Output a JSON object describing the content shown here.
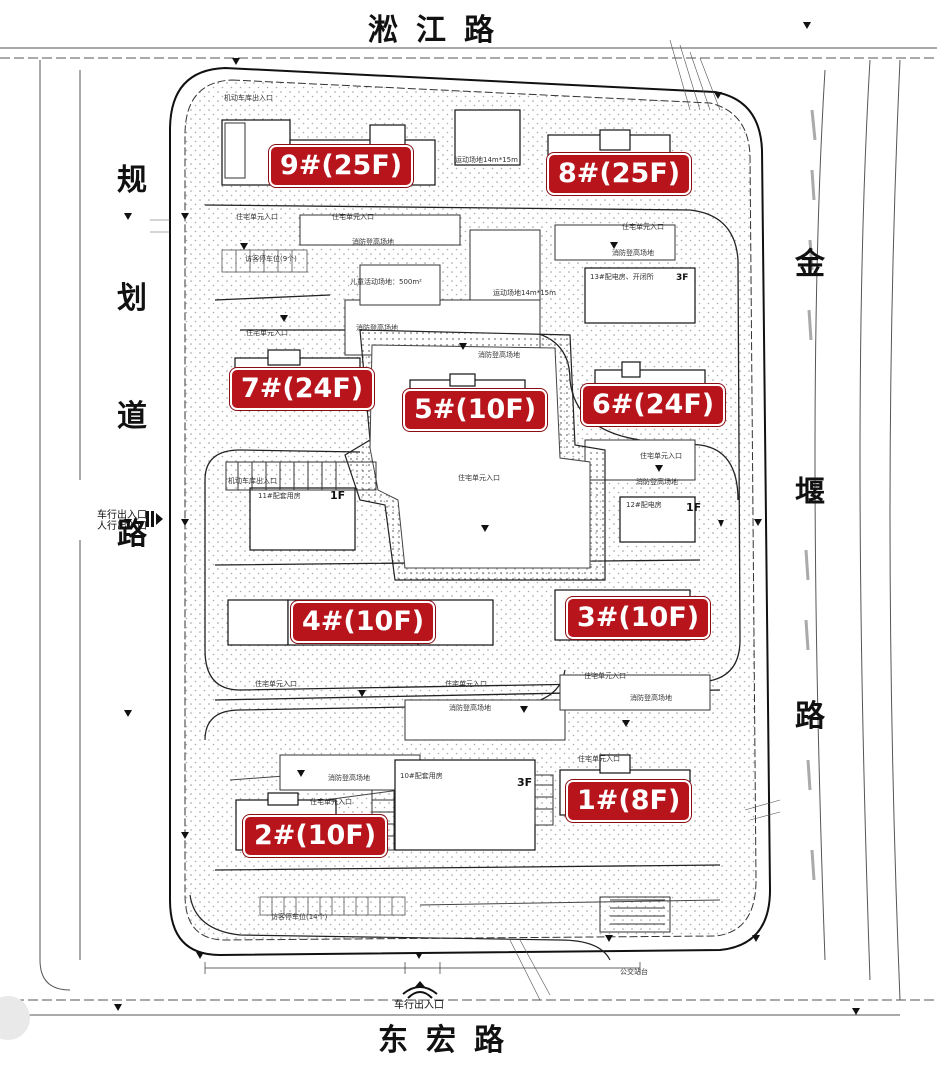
{
  "roads": {
    "north": "淞江路",
    "south": "东宏路",
    "west": [
      "规",
      "划",
      "道",
      "路"
    ],
    "east": [
      "金",
      "堰",
      "路"
    ]
  },
  "buildings": [
    {
      "id": "9",
      "label": "9#(25F)"
    },
    {
      "id": "8",
      "label": "8#(25F)"
    },
    {
      "id": "7",
      "label": "7#(24F)"
    },
    {
      "id": "5",
      "label": "5#(10F)"
    },
    {
      "id": "6",
      "label": "6#(24F)"
    },
    {
      "id": "4",
      "label": "4#(10F)"
    },
    {
      "id": "3",
      "label": "3#(10F)"
    },
    {
      "id": "1",
      "label": "1#(8F)"
    },
    {
      "id": "2",
      "label": "2#(10F)"
    }
  ],
  "entrances": {
    "west_vehicle": "车行出入口",
    "west_pedestrian": "人行出入口",
    "south_vehicle": "车行出入口"
  },
  "facilities": {
    "b11": "1F",
    "b12": "1F",
    "b10": "3F",
    "b13": "3F"
  },
  "annotations": {
    "unit_entrance": "住宅单元入口",
    "fire_site": "消防登高场地",
    "kids_play": "儿童活动场地：500m²",
    "sports": "运动场地14m*15m",
    "bld11": "11#配套用房",
    "bld12": "12#配电房",
    "bld13": "13#配电房、开闭所",
    "bld10": "10#配套用房",
    "car_ramp": "机动车库出入口",
    "visitor_parking_n": "访客停车位(9个)",
    "visitor_parking_s": "访客停车位(14个)",
    "bus_stop": "公交站台"
  },
  "colors": {
    "label_bg": "#b8141c",
    "line": "#3a3a3a",
    "hatch": "#9a9a9a"
  }
}
